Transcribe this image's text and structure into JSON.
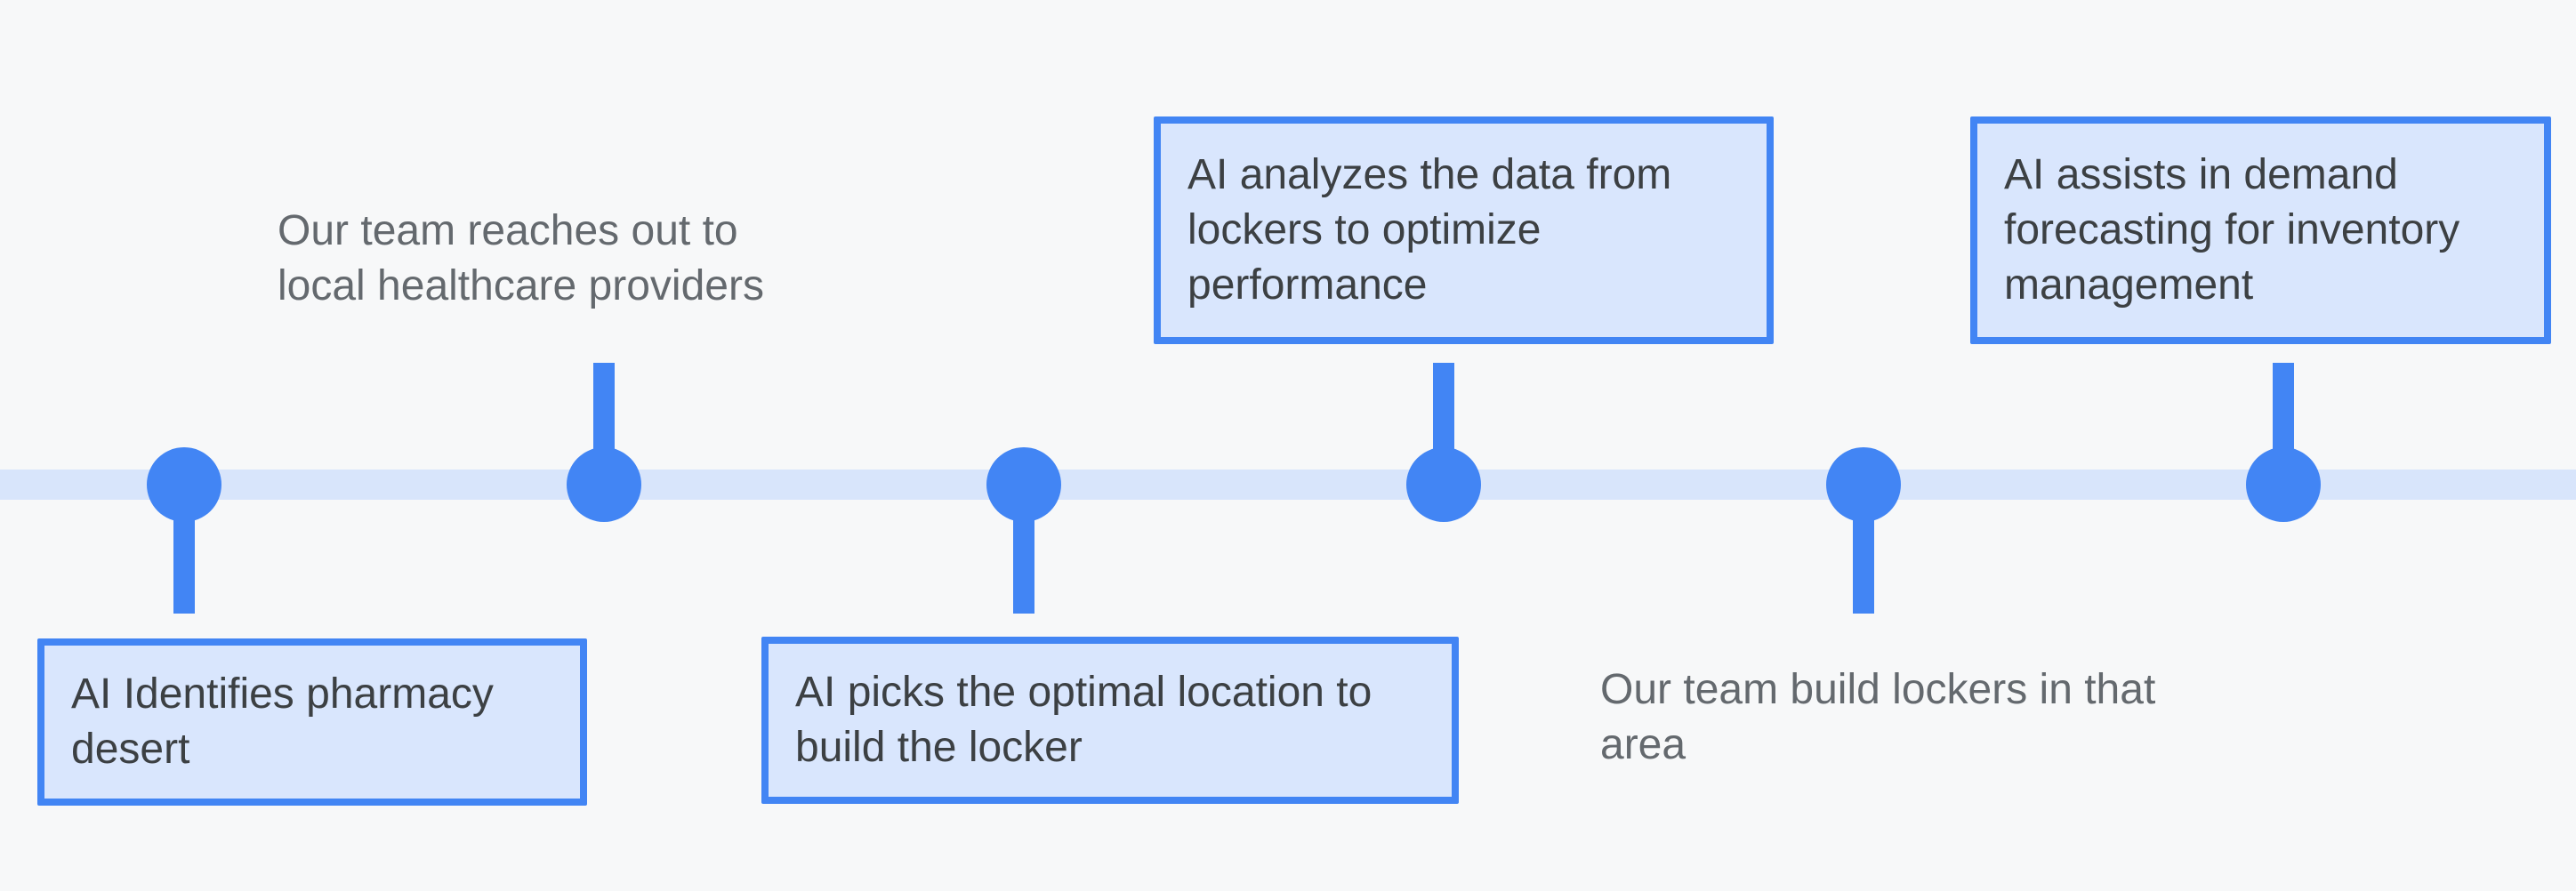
{
  "colors": {
    "bg": "#f7f8f9",
    "band": "#d8e5fb",
    "accent": "#4285f4",
    "calloutFill": "#d9e6fd",
    "calloutText": "#3c4043",
    "plainText": "#64696e"
  },
  "timeline": {
    "steps": [
      {
        "label": "AI Identifies pharmacy\ndesert",
        "style": "callout",
        "position": "below"
      },
      {
        "label": "Our team reaches out to\nlocal healthcare providers",
        "style": "plain",
        "position": "above"
      },
      {
        "label": "AI picks the optimal location to\nbuild the locker",
        "style": "callout",
        "position": "below"
      },
      {
        "label": "AI analyzes the data from\nlockers to optimize\nperformance",
        "style": "callout",
        "position": "above"
      },
      {
        "label": "Our team build lockers in that\narea",
        "style": "plain",
        "position": "below"
      },
      {
        "label": "AI assists in demand\nforecasting for inventory\nmanagement",
        "style": "callout",
        "position": "above"
      }
    ]
  }
}
